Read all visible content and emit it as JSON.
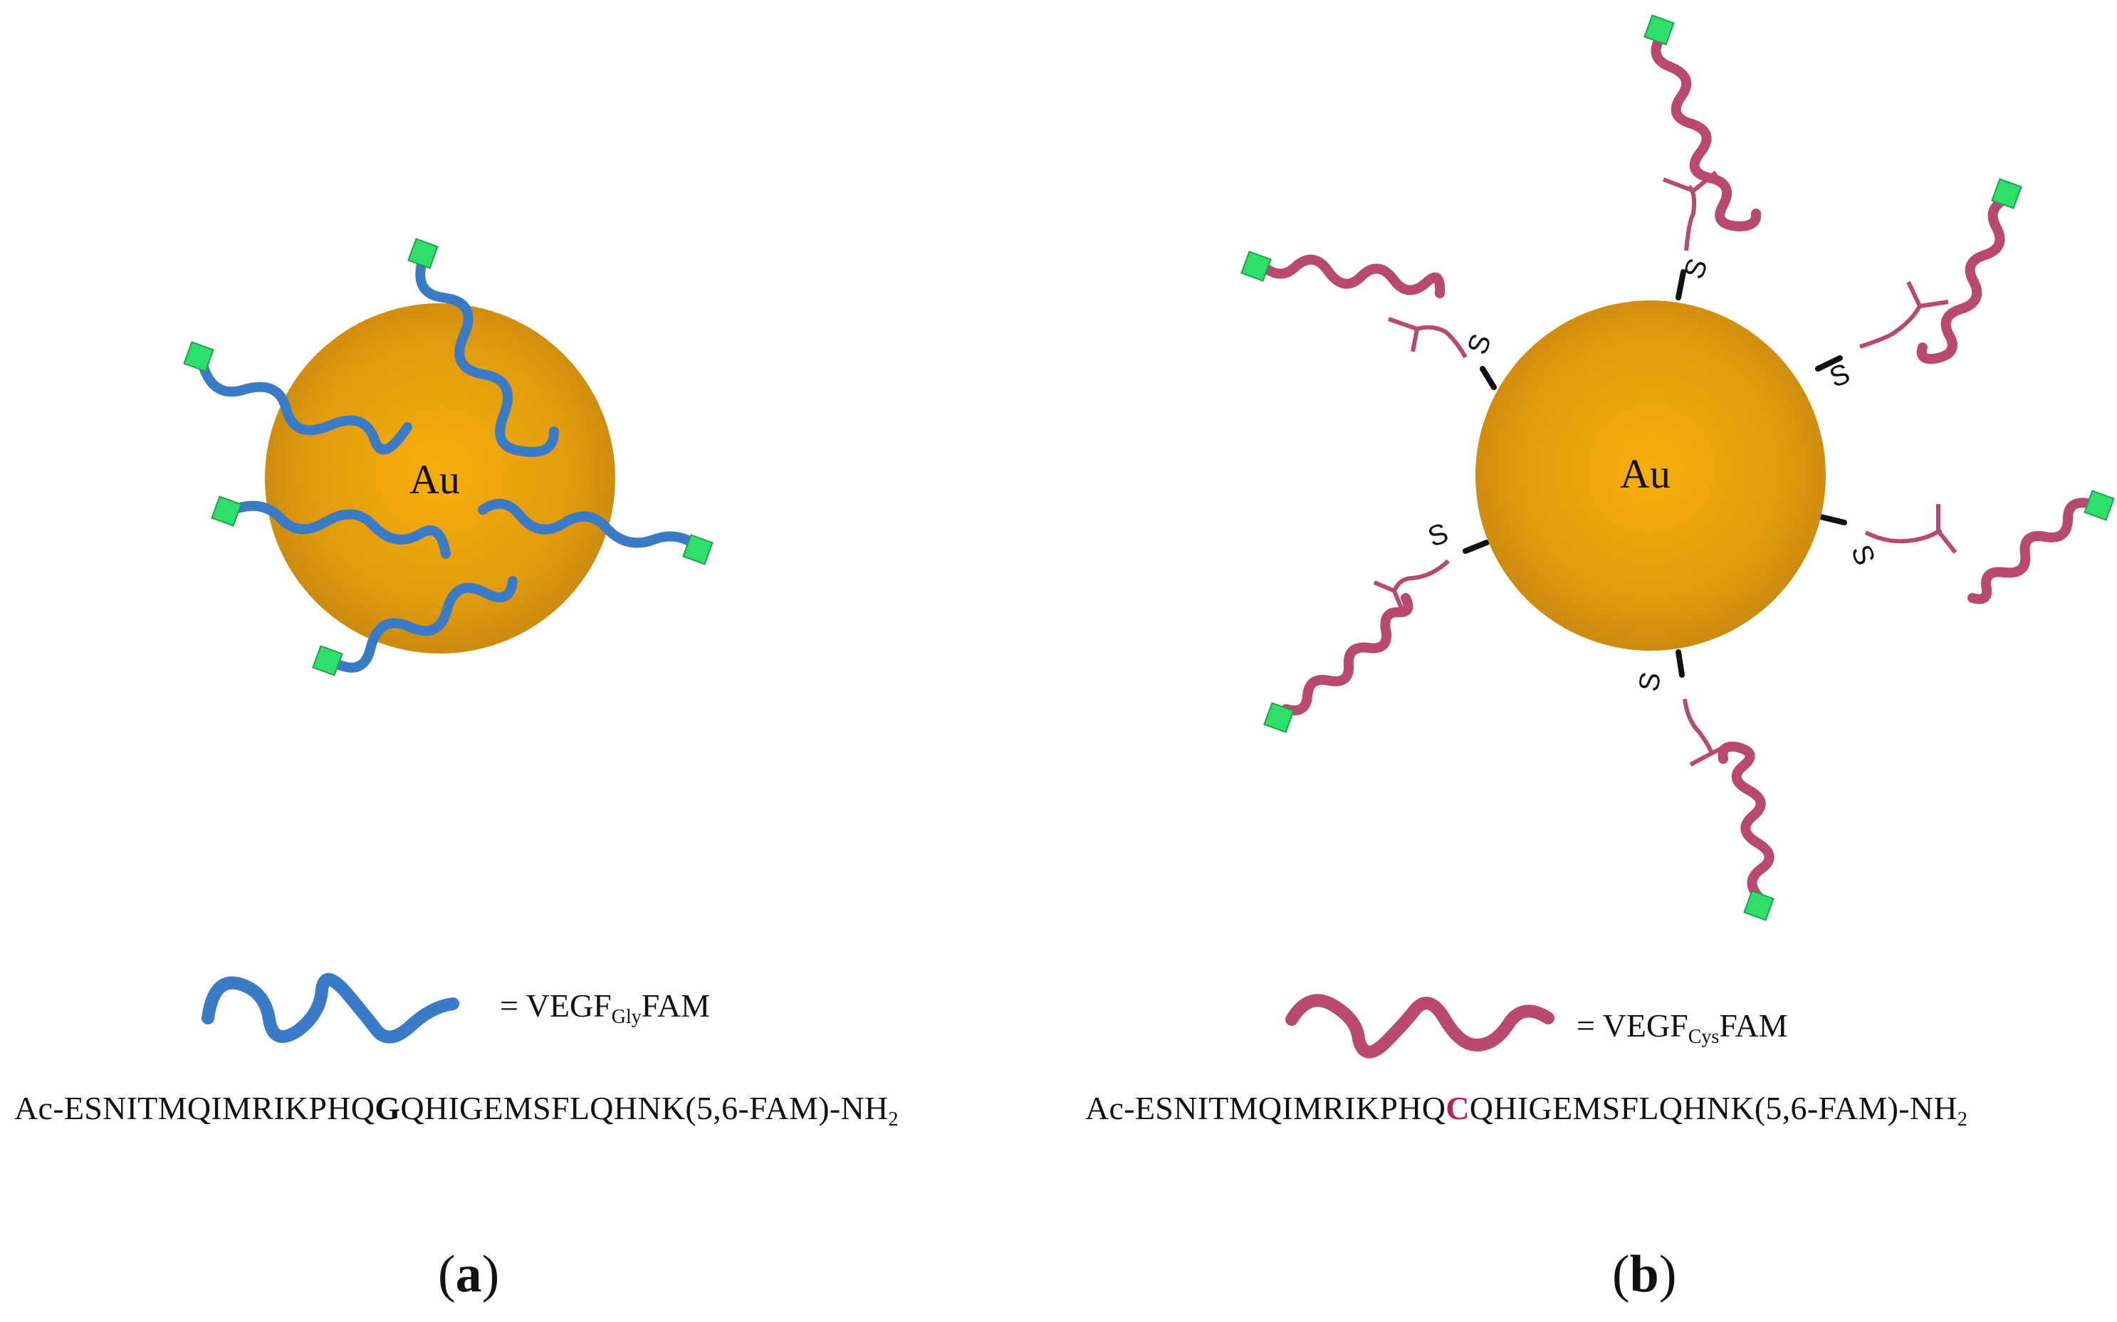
{
  "colors": {
    "gold_center": "#f7ae0b",
    "gold_edge": "#c8870f",
    "gly_peptide": "#3a7bc8",
    "cys_peptide": "#b94a6e",
    "fam_marker": "#2ee06a",
    "cys_highlight": "#c21a54"
  },
  "panel_a": {
    "core_label": "Au",
    "legend": {
      "equals": "=",
      "name_main": "VEGF",
      "name_sub": "Gly",
      "name_suffix": "FAM"
    },
    "sequence": {
      "before": "Ac-ESNITMQIMRIKPHQ",
      "residue": "G",
      "after": "QHIGEMSFLQHNK(5,6-FAM)-NH",
      "sub": "2"
    },
    "caption": {
      "open": "(",
      "letter": "a",
      "close": ")"
    }
  },
  "panel_b": {
    "core_label": "Au",
    "thiol_label": "S",
    "legend": {
      "equals": "=",
      "name_main": "VEGF",
      "name_sub": "Cys",
      "name_suffix": "FAM"
    },
    "sequence": {
      "before": "Ac-ESNITMQIMRIKPHQ",
      "residue": "C",
      "after": "QHIGEMSFLQHNK(5,6-FAM)-NH",
      "sub": "2"
    },
    "caption": {
      "open": "(",
      "letter": "b",
      "close": ")"
    }
  }
}
